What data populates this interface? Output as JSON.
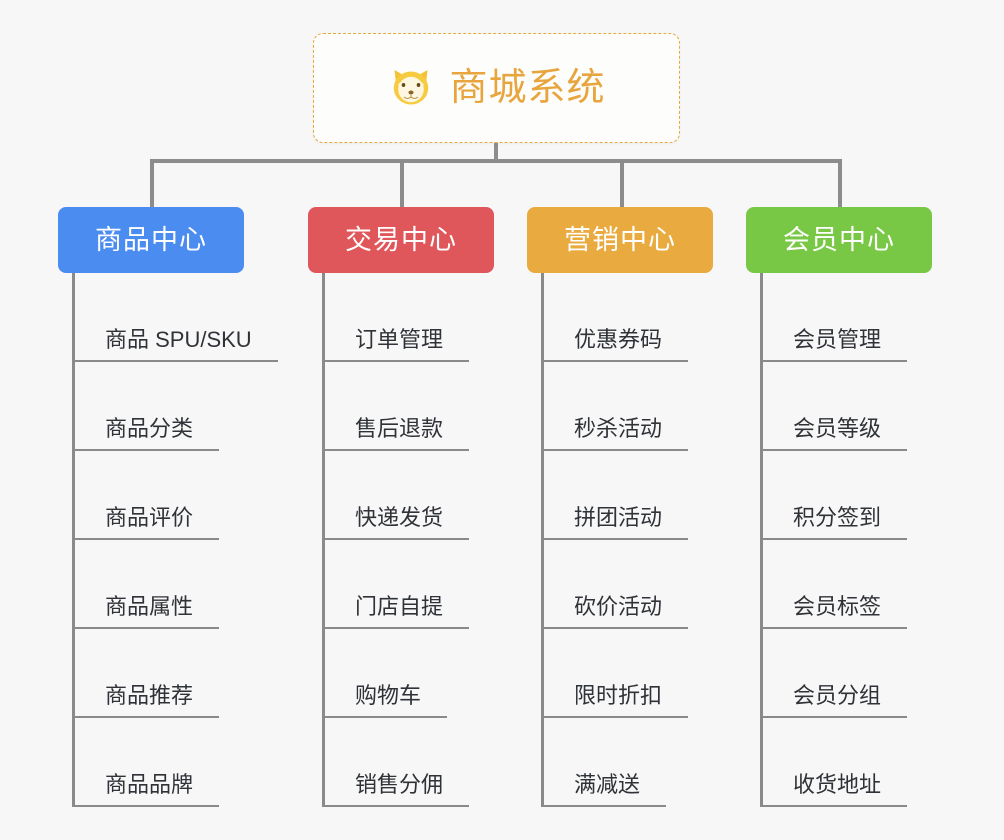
{
  "page": {
    "background_color": "#f7f7f7",
    "title": "商城系统"
  },
  "root": {
    "label": "商城系统",
    "icon": "shiba-dog-emoji",
    "text_color": "#e8a53d",
    "border_color": "#e8a83c",
    "background_color": "#fdfdfc"
  },
  "columns": [
    {
      "title": "商品中心",
      "color": "#4a8cf0",
      "items": [
        "商品 SPU/SKU",
        "商品分类",
        "商品评价",
        "商品属性",
        "商品推荐",
        "商品品牌"
      ]
    },
    {
      "title": "交易中心",
      "color": "#e0575b",
      "items": [
        "订单管理",
        "售后退款",
        "快递发货",
        "门店自提",
        "购物车",
        "销售分佣"
      ]
    },
    {
      "title": "营销中心",
      "color": "#e9aa3f",
      "items": [
        "优惠券码",
        "秒杀活动",
        "拼团活动",
        "砍价活动",
        "限时折扣",
        "满减送"
      ]
    },
    {
      "title": "会员中心",
      "color": "#78c845",
      "items": [
        "会员管理",
        "会员等级",
        "积分签到",
        "会员标签",
        "会员分组",
        "收货地址"
      ]
    }
  ],
  "connector": {
    "color": "#8c8c8c"
  }
}
